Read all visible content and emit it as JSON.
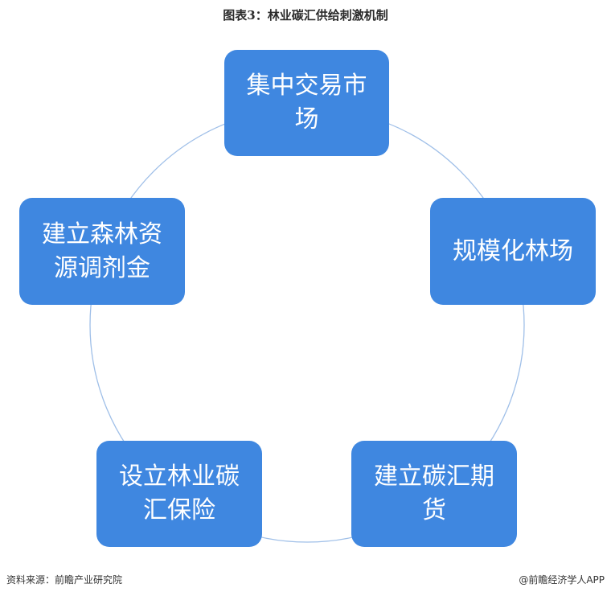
{
  "title": "图表3：林业碳汇供给刺激机制",
  "nodes": [
    {
      "label": "集中交易市场"
    },
    {
      "label": "规模化林场"
    },
    {
      "label": "建立碳汇期货"
    },
    {
      "label": "设立林业碳汇保险"
    },
    {
      "label": "建立森林资源调剂金"
    }
  ],
  "footer": {
    "source": "资料来源：前瞻产业研究院",
    "app": "@前瞻经济学人APP"
  },
  "colors": {
    "node_fill": "#3f87e0",
    "ring": "#9fbfe8"
  }
}
